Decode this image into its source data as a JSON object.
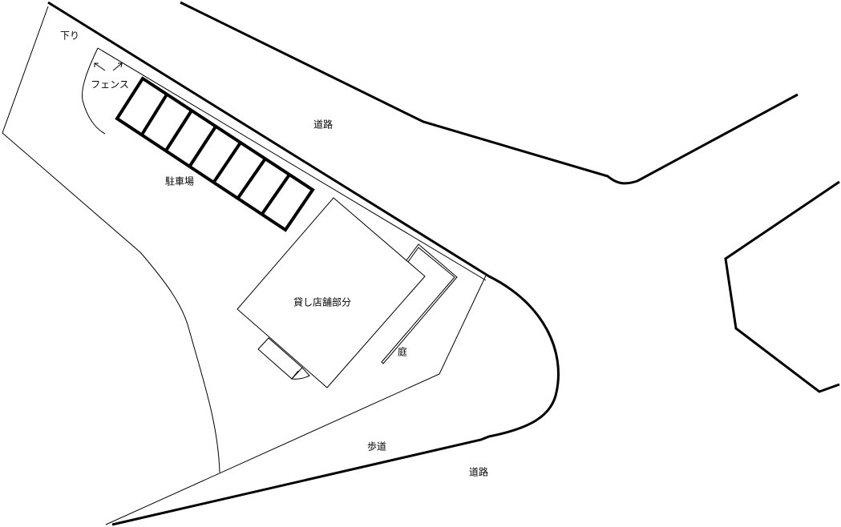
{
  "labels": {
    "downhill": "下り",
    "fence": "フェンス",
    "parking": "駐車場",
    "road_top": "道路",
    "rental_shop": "貸し店舗部分",
    "garden": "庭",
    "sidewalk": "歩道",
    "road_bottom": "道路"
  },
  "parking_spaces": 7
}
